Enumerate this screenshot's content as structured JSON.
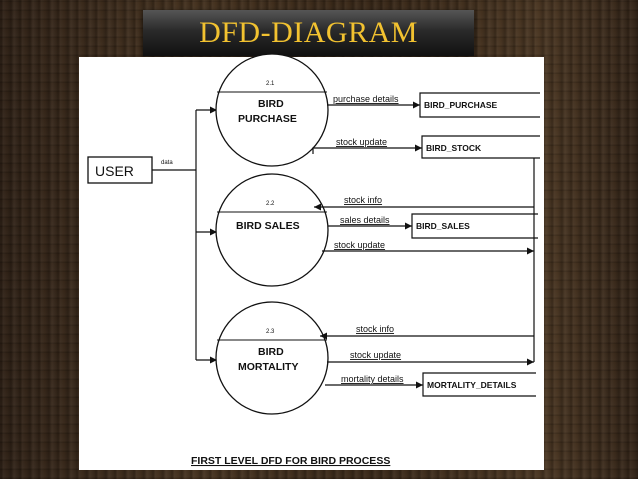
{
  "slide": {
    "title": "DFD-DIAGRAM",
    "title_color": "#f2c230"
  },
  "diagram": {
    "entity": "USER",
    "entity_flow": "data",
    "processes": [
      {
        "number": "2.1",
        "line1": "BIRD",
        "line2": "PURCHASE"
      },
      {
        "number": "2.2",
        "line1": "BIRD SALES",
        "line2": ""
      },
      {
        "number": "2.3",
        "line1": "BIRD",
        "line2": "MORTALITY"
      }
    ],
    "stores": [
      "BIRD_PURCHASE",
      "BIRD_STOCK",
      "BIRD_SALES",
      "MORTALITY_DETAILS"
    ],
    "flows": {
      "purchase_details": "purchase details",
      "stock_update_1": "stock update",
      "stock_info_1": "stock info",
      "sales_details": "sales details",
      "stock_update_2": "stock update",
      "stock_info_2": "stock info",
      "stock_update_3": "stock update",
      "mortality_details": "mortality details"
    },
    "caption": "FIRST LEVEL DFD FOR BIRD PROCESS"
  }
}
